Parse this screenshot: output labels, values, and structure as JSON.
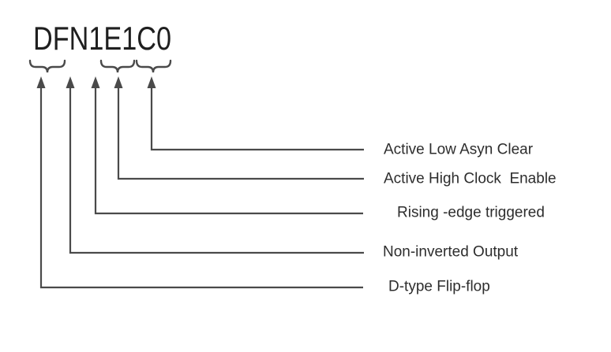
{
  "page": {
    "background": "#ffffff"
  },
  "colors": {
    "line": "#4a4a4a",
    "title-text": "#1f1f1f",
    "label-text": "#2d2d2d"
  },
  "title": {
    "text": "DFN1E1C0"
  },
  "annotations": [
    {
      "label": "Active Low Asyn Clear"
    },
    {
      "label": "Active High Clock  Enable"
    },
    {
      "label": "Rising -edge triggered"
    },
    {
      "label": "Non-inverted Output"
    },
    {
      "label": "D-type Flip-flop"
    }
  ]
}
